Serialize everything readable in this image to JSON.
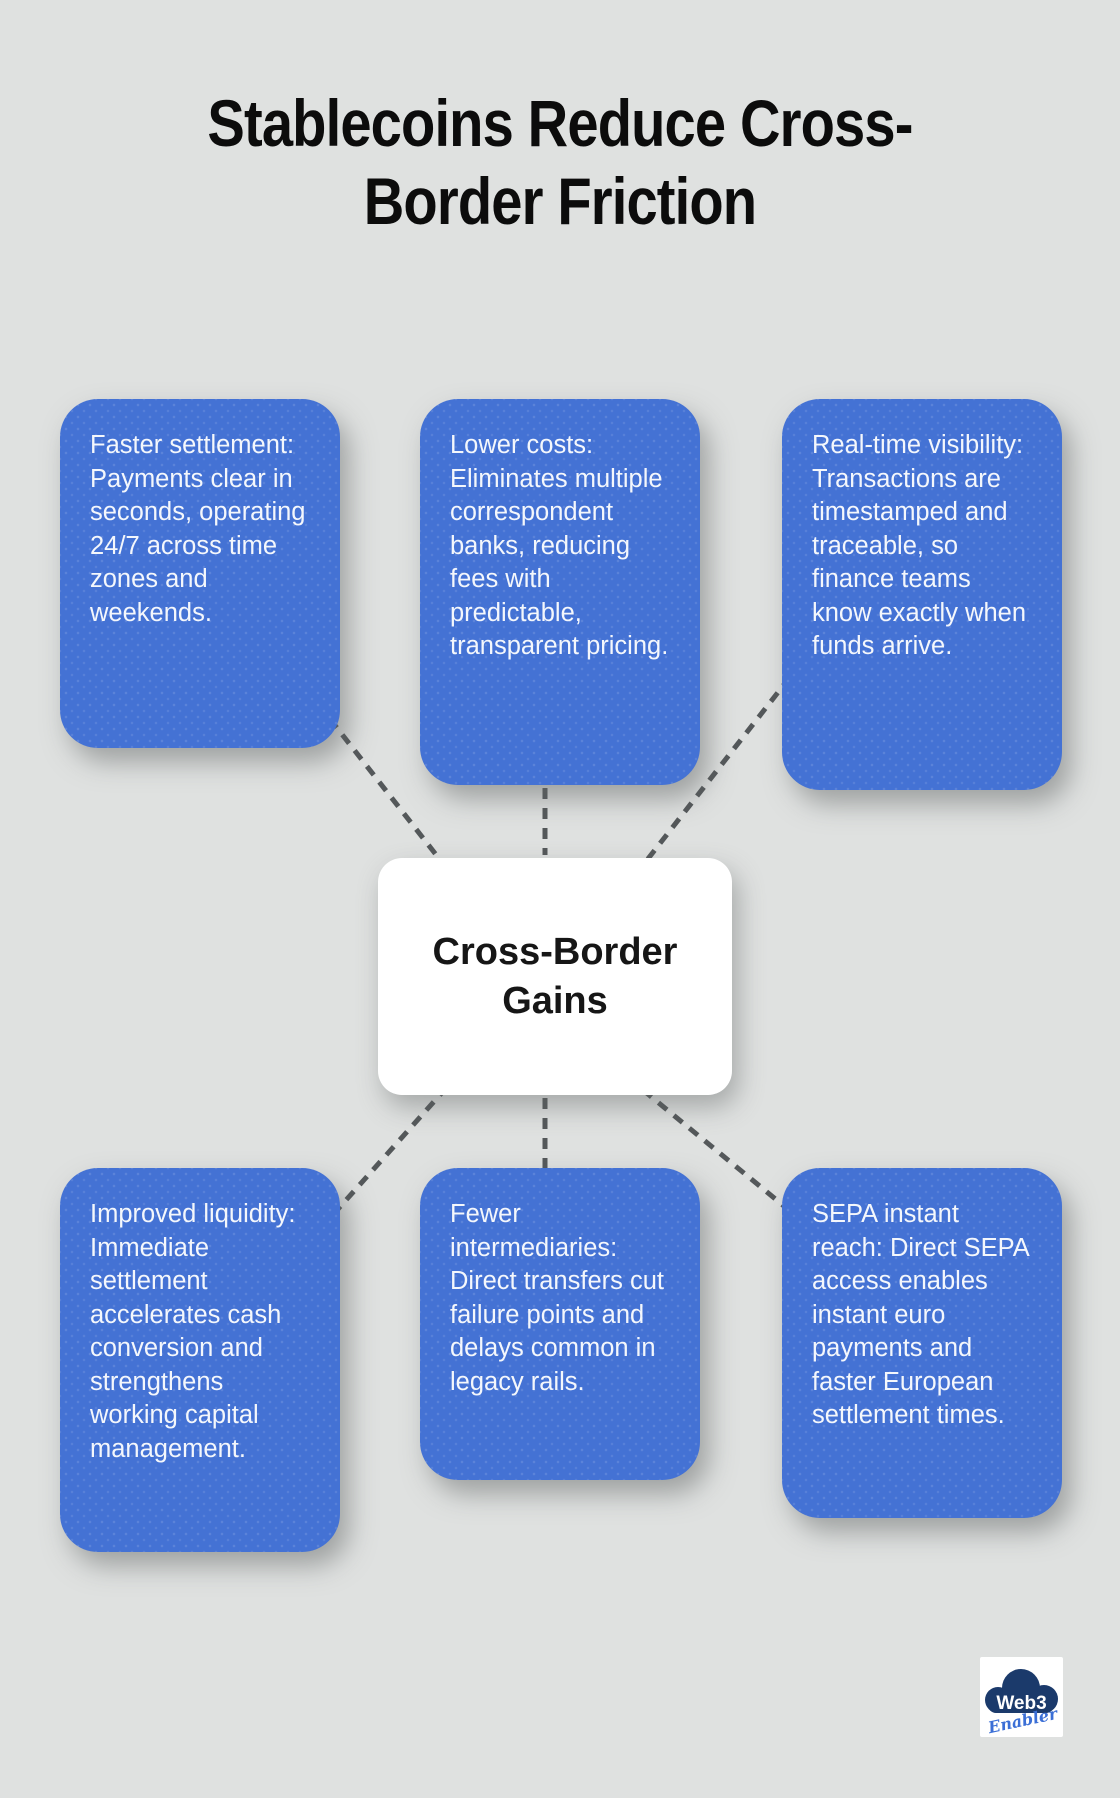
{
  "title": "Stablecoins Reduce Cross-Border Friction",
  "center": {
    "label": "Cross-Border Gains"
  },
  "nodes": [
    {
      "id": "faster-settlement",
      "text": "Faster settlement: Payments clear in seconds, operating 24/7 across time zones and weekends."
    },
    {
      "id": "lower-costs",
      "text": "Lower costs: Eliminates multiple correspondent banks, reducing fees with predictable, transparent pricing."
    },
    {
      "id": "real-time-visibility",
      "text": "Real-time visibility: Transactions are timestamped and traceable, so finance teams know exactly when funds arrive."
    },
    {
      "id": "improved-liquidity",
      "text": "Improved liquidity: Immediate settlement accelerates cash conversion and strengthens working capital management."
    },
    {
      "id": "fewer-intermediaries",
      "text": "Fewer intermediaries: Direct transfers cut failure points and delays common in legacy rails."
    },
    {
      "id": "sepa-instant-reach",
      "text": "SEPA instant reach: Direct SEPA access enables instant euro payments and faster European settlement times."
    }
  ],
  "logo": {
    "line1": "Web3",
    "line2": "Enabler"
  },
  "colors": {
    "background": "#dfe1e0",
    "node_blue": "#4472d4",
    "node_text": "#f4f7fc",
    "connector_gray": "#54585a",
    "title_black": "#0c0c0c",
    "center_box_white": "#ffffff",
    "logo_navy": "#1b3a6b",
    "logo_script_blue": "#3b6fd6"
  }
}
